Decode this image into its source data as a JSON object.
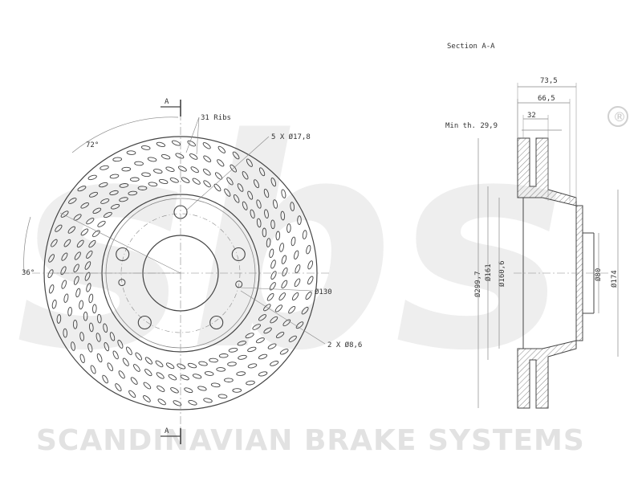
{
  "brand": {
    "watermark_letters": "sbs",
    "registered_mark": "®",
    "footer_text": "SCANDINAVIAN BRAKE SYSTEMS",
    "watermark_color": "#e2e2e2"
  },
  "front_view": {
    "section_marker_top": "A",
    "section_marker_bottom": "A",
    "rib_label": "31 Ribs",
    "rib_count": 31,
    "bolt_holes_label": "5 X Ø17,8",
    "bolt_hole_count": 5,
    "small_holes_label": "2 X Ø8,6",
    "small_hole_count": 2,
    "pcd_label": "Ø130",
    "angle_72_label": "72°",
    "angle_36_label": "36°"
  },
  "section_view": {
    "title": "Section A-A",
    "min_thickness_label": "Min th. 29,9",
    "dims_horizontal": [
      "73,5",
      "66,5",
      "32"
    ],
    "dims_vertical": [
      "Ø299,7",
      "Ø161",
      "Ø160,6",
      "Ø80",
      "Ø174"
    ]
  },
  "colors": {
    "line": "#444444",
    "light_line": "#888888",
    "hatch": "#666666"
  }
}
